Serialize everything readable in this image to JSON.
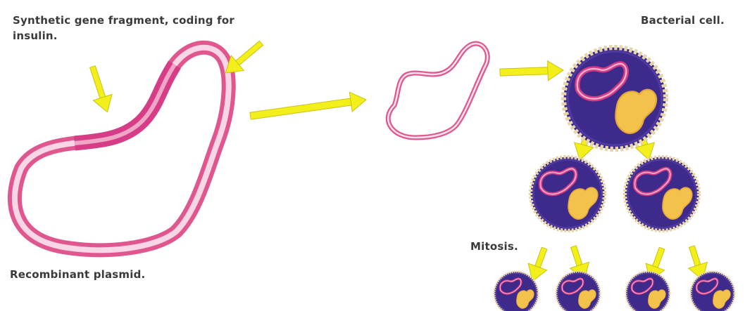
{
  "labels": {
    "gene_fragment": "Synthetic gene fragment, coding for insulin.",
    "bacterial_cell": "Bacterial cell.",
    "mitosis": "Mitosis.",
    "recombinant_plasmid": "Recombinant plasmid."
  },
  "colors": {
    "plasmid_pink": "#e0578f",
    "plasmid_light": "#f8d6e6",
    "insert_magenta": "#d63d86",
    "arrow_yellow": "#f3ef1a",
    "cell_purple": "#3e2a8a",
    "cell_border": "#e7d4a8",
    "nucleoid_yellow": "#f3c24a",
    "label_text": "#3a3a3a"
  },
  "icons": {
    "arrow": "yellow-arrow-icon",
    "cell": "bacterial-cell-icon",
    "plasmid": "plasmid-icon"
  }
}
